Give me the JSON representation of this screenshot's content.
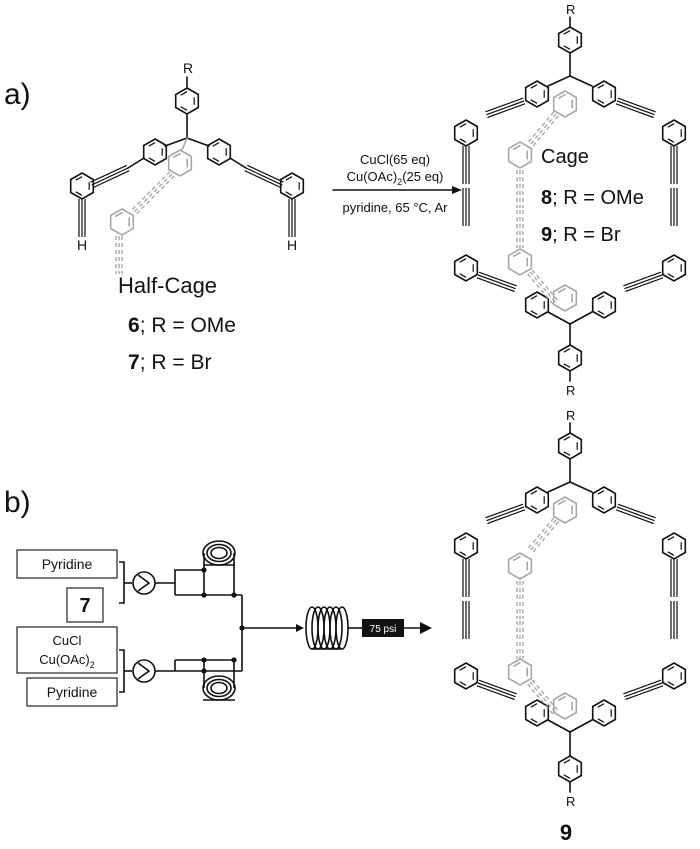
{
  "panels": {
    "a": {
      "label": "a)",
      "half_cage": {
        "r_top": "R",
        "h_left": "H",
        "h_right": "H",
        "title": "Half-Cage",
        "line1_num": "6",
        "line1_rest": "; R = OMe",
        "line2_num": "7",
        "line2_rest": "; R = Br"
      },
      "conditions": {
        "line1": "CuCl(65 eq)",
        "line2_pre": "Cu(OAc)",
        "line2_sub": "2",
        "line2_post": "(25 eq)",
        "line3": "pyridine, 65 °C, Ar"
      },
      "cage": {
        "r_top": "R",
        "r_bottom": "R",
        "title": "Cage",
        "line1_num": "8",
        "line1_rest": "; R = OMe",
        "line2_num": "9",
        "line2_rest": "; R = Br"
      }
    },
    "b": {
      "label": "b)",
      "flow": {
        "box_pyridine_top": "Pyridine",
        "box_seven": "7",
        "box_cucl": "CuCl",
        "box_cuoac_pre": "Cu(OAc)",
        "box_cuoac_sub": "2",
        "box_pyridine_bottom": "Pyridine",
        "pressure": "75 psi"
      },
      "cage": {
        "r_top": "R",
        "r_bottom": "R",
        "compound_num": "9"
      }
    }
  }
}
